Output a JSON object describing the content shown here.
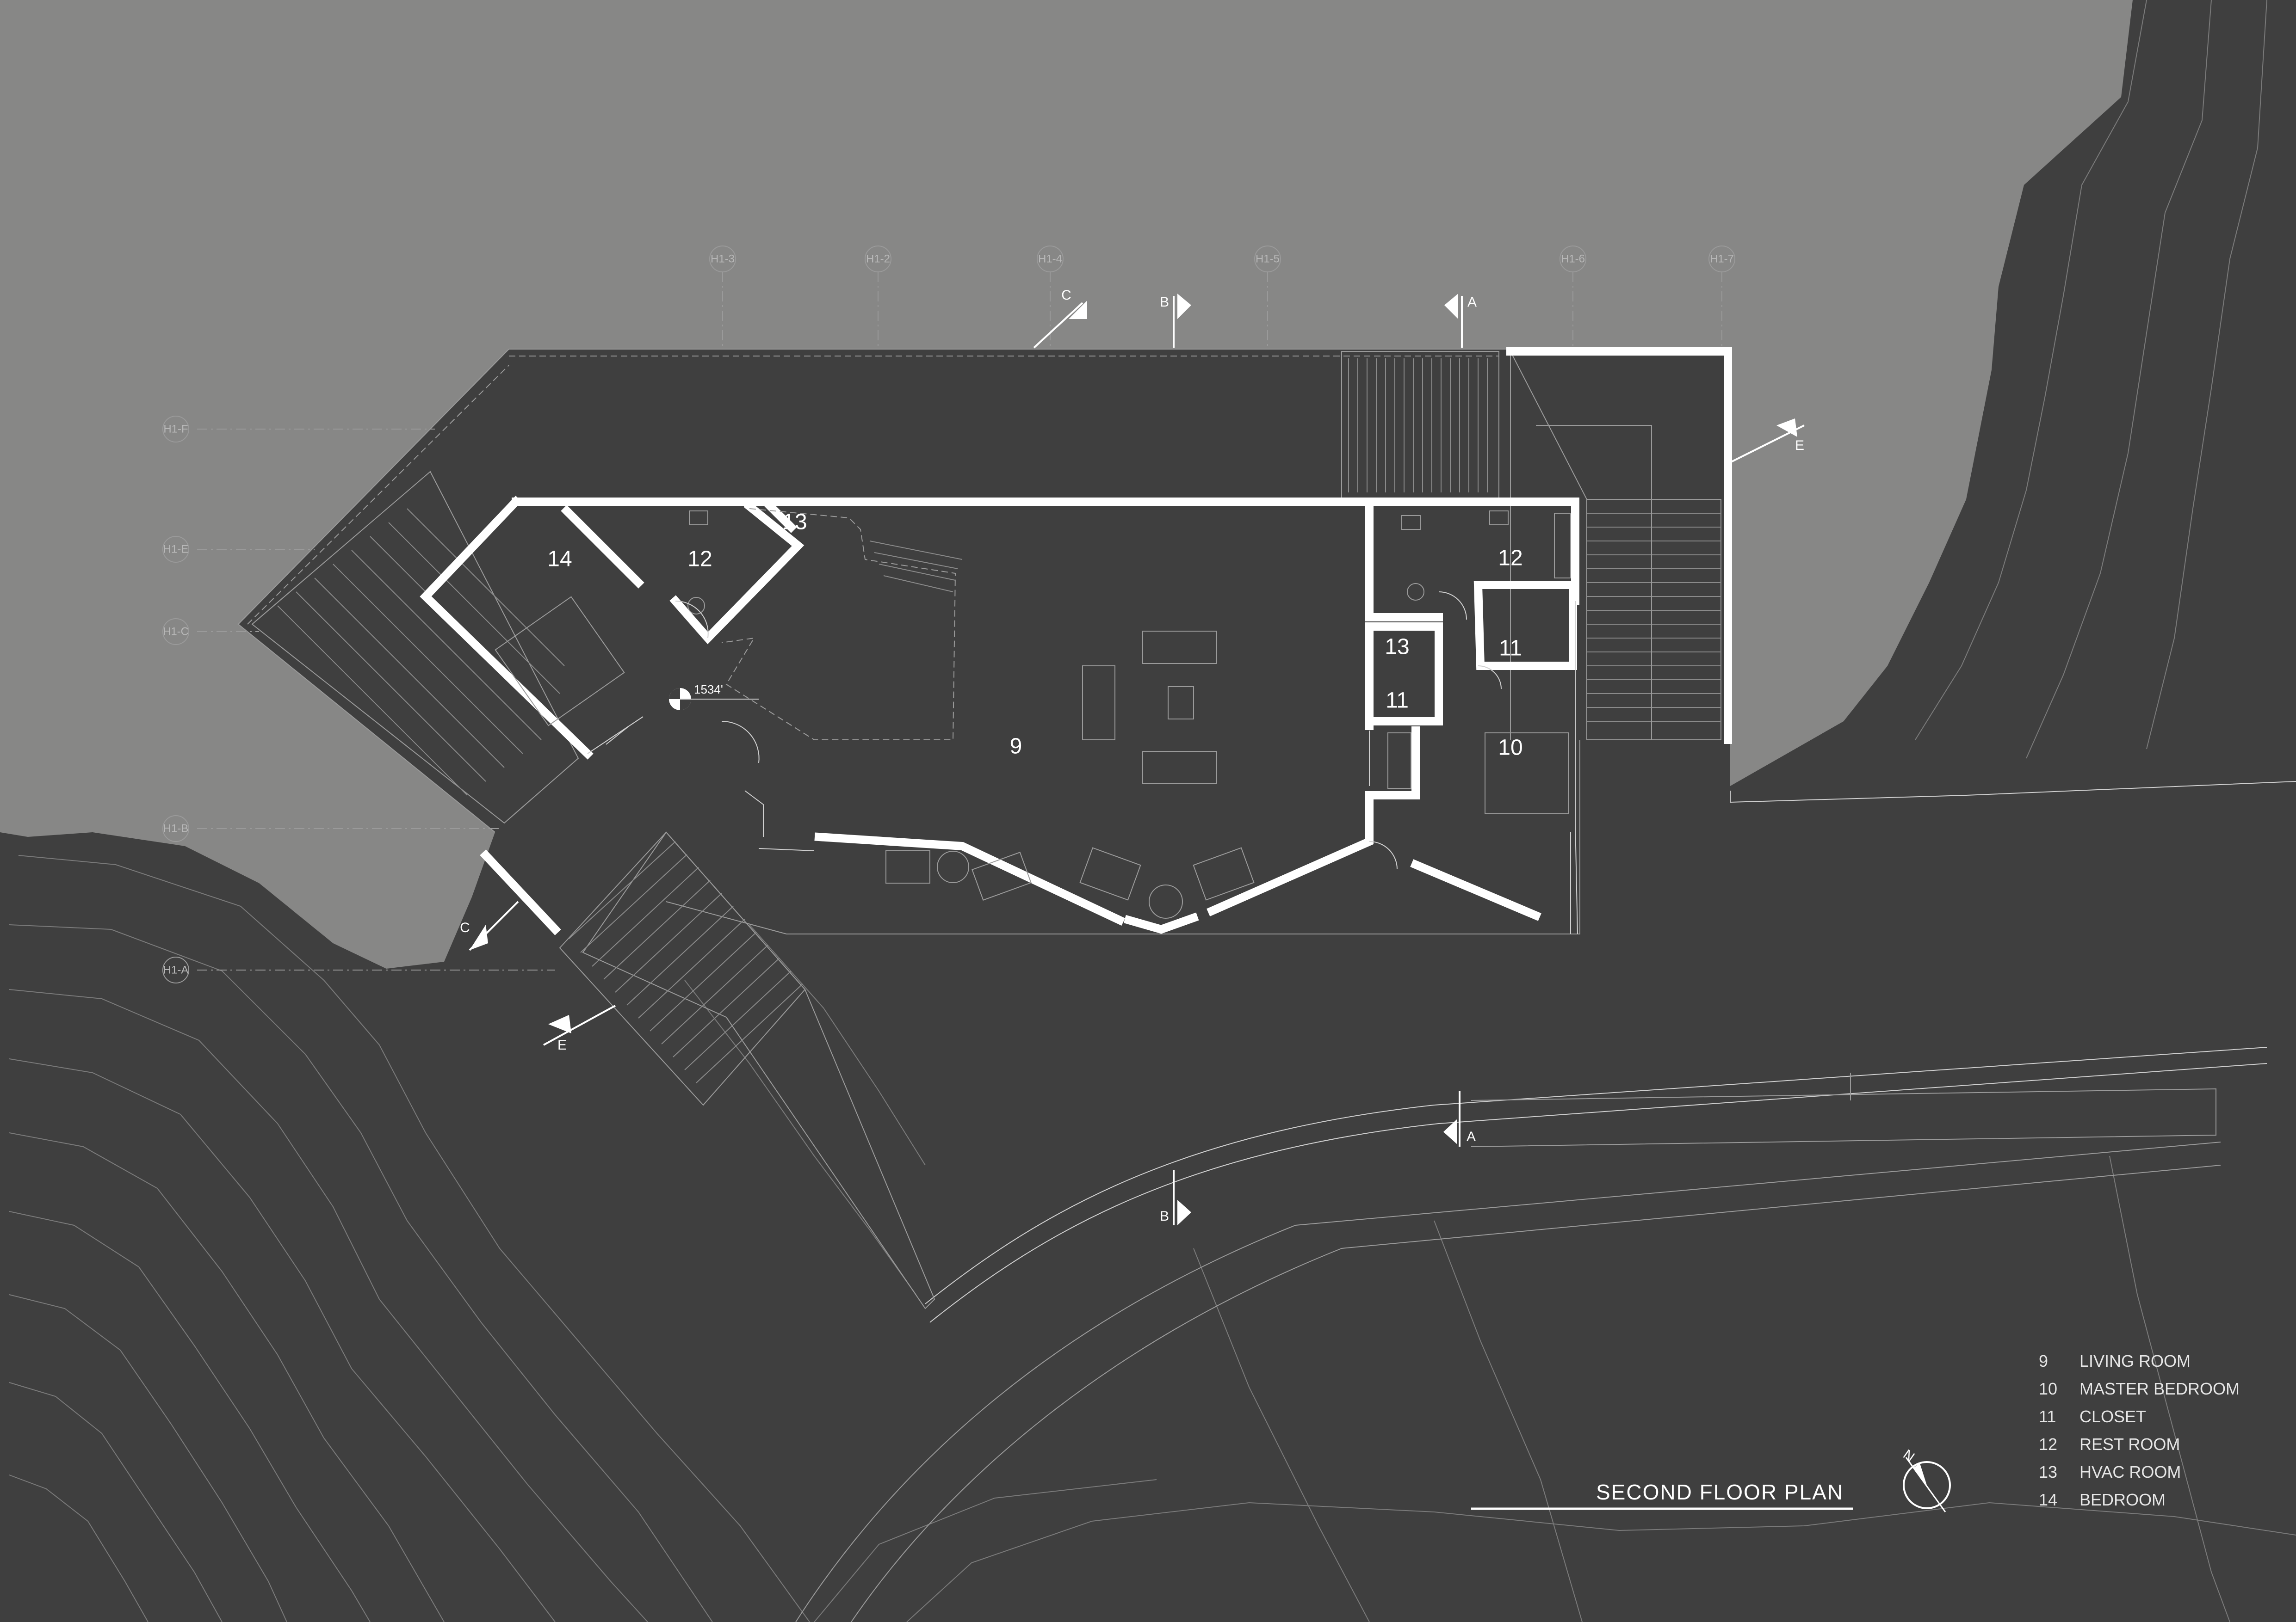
{
  "drawing": {
    "title": "SECOND FLOOR PLAN",
    "elevation_mark": "1534'",
    "north_label": "N"
  },
  "rooms": [
    {
      "id": "r14",
      "number": "14"
    },
    {
      "id": "r12a",
      "number": "12"
    },
    {
      "id": "r13a",
      "number": "13"
    },
    {
      "id": "r9",
      "number": "9"
    },
    {
      "id": "r12b",
      "number": "12"
    },
    {
      "id": "r13b",
      "number": "13"
    },
    {
      "id": "r11a",
      "number": "11"
    },
    {
      "id": "r11b",
      "number": "11"
    },
    {
      "id": "r10",
      "number": "10"
    }
  ],
  "grid_markers": {
    "top": [
      "H1-3",
      "H1-2",
      "H1-4",
      "H1-5",
      "H1-6",
      "H1-7"
    ],
    "left": [
      "H1-F",
      "H1-E",
      "H1-C",
      "H1-B",
      "H1-A"
    ]
  },
  "section_marks": {
    "a_top": "A",
    "b_top": "B",
    "c_top": "C",
    "e_right": "E",
    "c_bottom": "C",
    "e_bottom": "E",
    "a_road": "A",
    "b_road": "B"
  },
  "legend": [
    {
      "number": "9",
      "name": "LIVING ROOM"
    },
    {
      "number": "10",
      "name": "MASTER BEDROOM"
    },
    {
      "number": "11",
      "name": "CLOSET"
    },
    {
      "number": "12",
      "name": "REST ROOM"
    },
    {
      "number": "13",
      "name": "HVAC ROOM"
    },
    {
      "number": "14",
      "name": "BEDROOM"
    }
  ],
  "colors": {
    "sky": "#878786",
    "ground": "#3f3f3f",
    "wall": "#ffffff"
  }
}
